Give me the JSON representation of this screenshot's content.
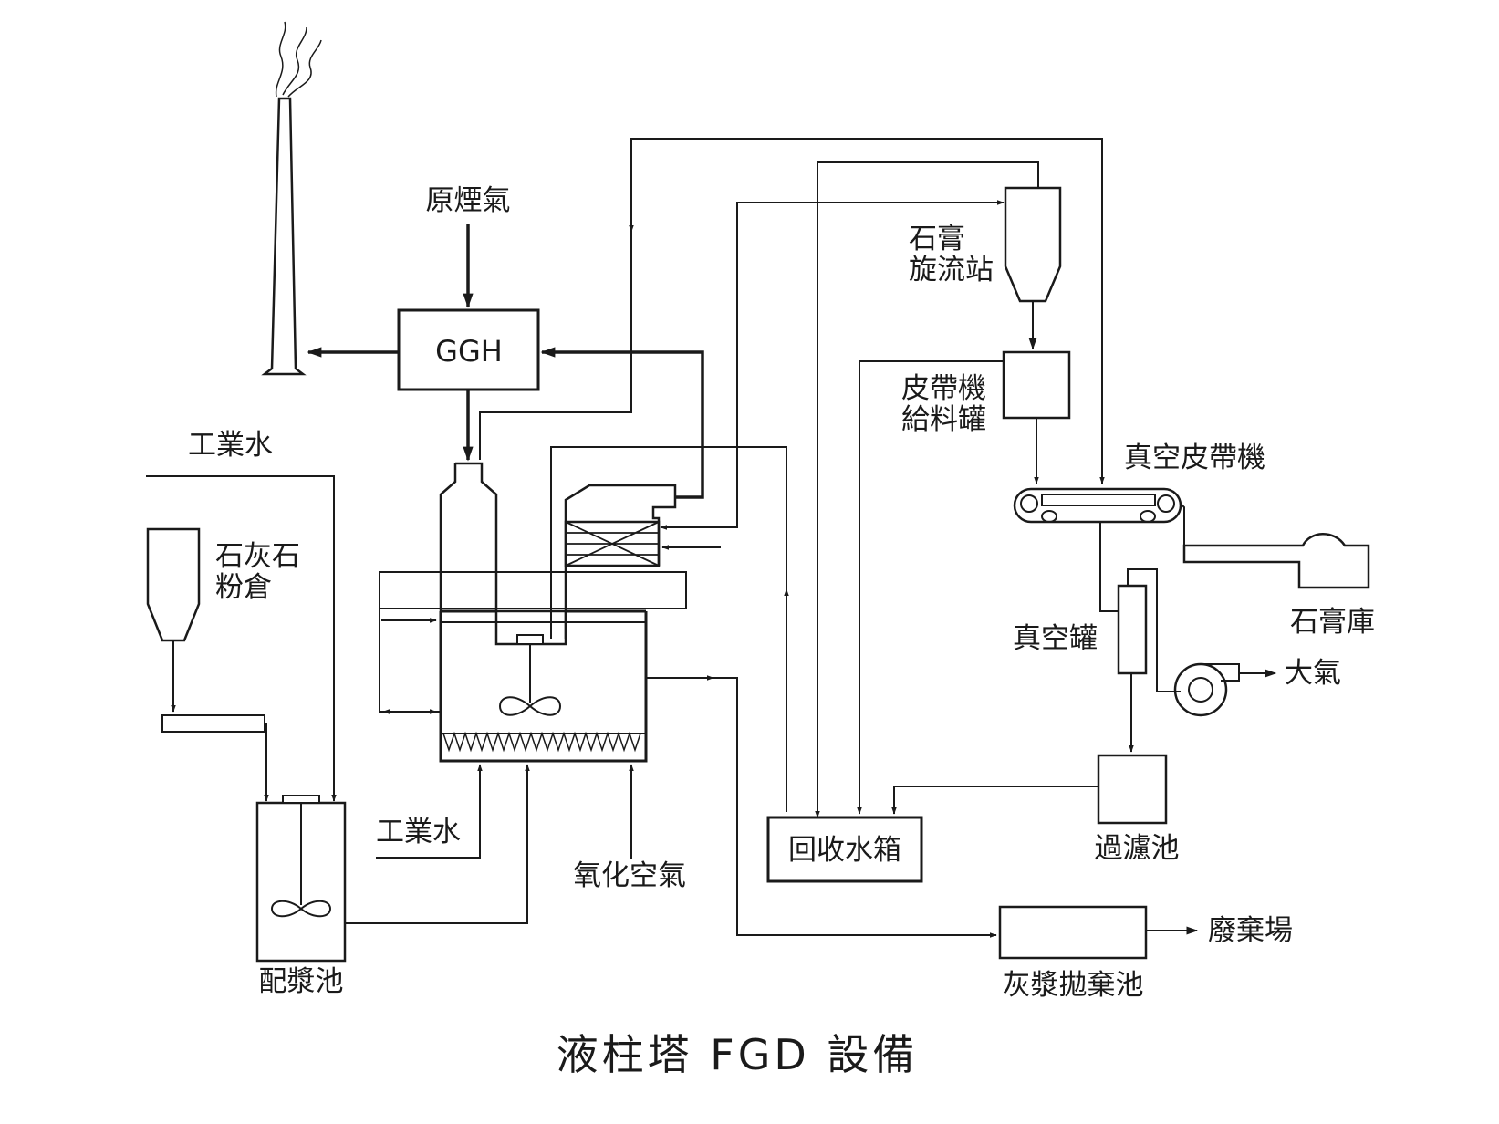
{
  "diagram": {
    "title": "液柱塔 FGD 設備",
    "nodes": {
      "ggh": "GGH",
      "raw_flue_gas": "原煙氣",
      "industrial_water_top": "工業水",
      "limestone_silo": [
        "石灰石",
        "粉倉"
      ],
      "slurry_tank": "配漿池",
      "industrial_water_bottom": "工業水",
      "oxidation_air": "氧化空氣",
      "recovery_tank": "回收水箱",
      "gypsum_cyclone": [
        "石膏",
        "旋流站"
      ],
      "belt_feed_tank": [
        "皮帶機",
        "給料罐"
      ],
      "vacuum_belt": "真空皮帶機",
      "gypsum_store": "石膏庫",
      "vacuum_tank": "真空罐",
      "atmosphere": "大氣",
      "filter_tank": "過濾池",
      "disposal_site": "廢棄場",
      "ash_disposal_tank": "灰漿拋棄池"
    }
  }
}
